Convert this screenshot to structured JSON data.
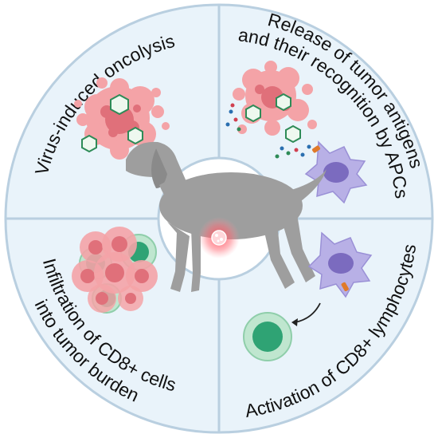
{
  "quadrants": {
    "top_left": {
      "lines": [
        "Virus-induced oncolysis"
      ]
    },
    "top_right": {
      "lines": [
        "Release of tumor antigens",
        "and their recognition by APCs"
      ]
    },
    "bottom_right": {
      "lines": [
        "Activation of CD8+ lymphocytes"
      ]
    },
    "bottom_left": {
      "lines": [
        "Infiltration of CD8+ cells",
        "into tumor burden"
      ]
    }
  },
  "colors": {
    "panel_fill": "#e9f3fa",
    "panel_stroke": "#b9cfe0",
    "tumor_light": "#f4a3a7",
    "tumor_dark": "#e0707a",
    "virus": "#2e8b57",
    "apc": "#b8b0e6",
    "apc_nucleus": "#7b6bbf",
    "tcell_outer": "#9fd6b6",
    "tcell_inner": "#2fa374",
    "dog": "#9e9e9e",
    "antigen_orange": "#e07a2a"
  }
}
